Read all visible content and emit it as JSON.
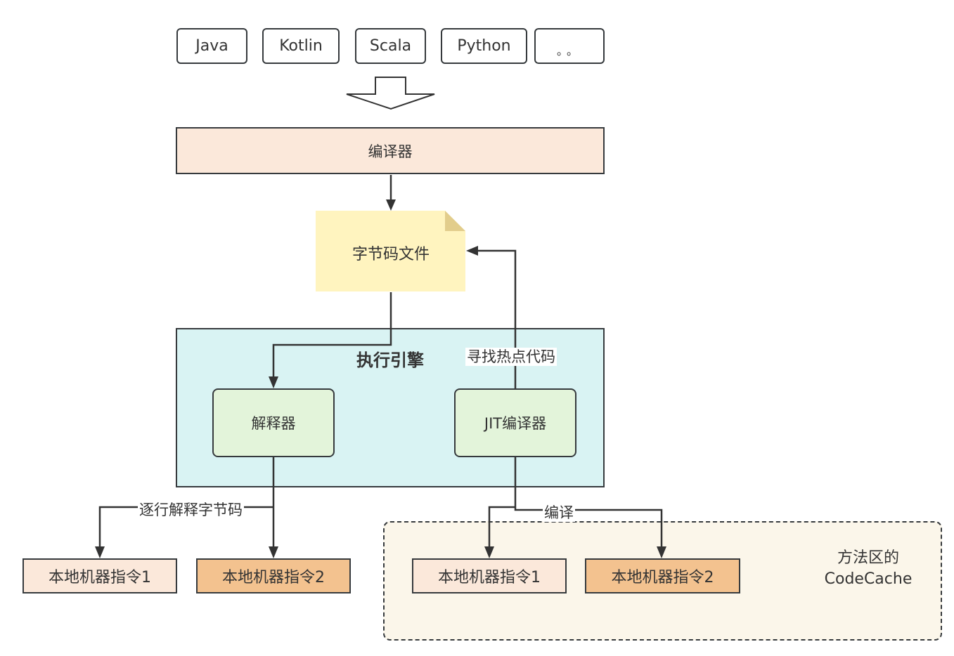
{
  "languages": [
    "Java",
    "Kotlin",
    "Scala",
    "Python",
    "。。"
  ],
  "compiler": {
    "label": "编译器"
  },
  "bytecode_file": {
    "label": "字节码文件"
  },
  "execution_engine": {
    "title": "执行引擎",
    "interpreter": {
      "label": "解释器"
    },
    "jit_compiler": {
      "label": "JIT编译器"
    }
  },
  "edges": {
    "find_hotspot": "寻找热点代码",
    "interpret_line_by_line": "逐行解释字节码",
    "compile": "编译"
  },
  "interpreter_outputs": [
    "本地机器指令1",
    "本地机器指令2"
  ],
  "jit_outputs": [
    "本地机器指令1",
    "本地机器指令2"
  ],
  "codecache": {
    "line1": "方法区的",
    "line2": "CodeCache"
  },
  "colors": {
    "stroke": "#363a3d",
    "compiler_fill": "#fbe8da",
    "bytecode_fill": "#fff4bf",
    "bytecode_fold": "#e2cd8c",
    "engine_fill": "#d9f3f3",
    "inner_fill": "#e3f4da",
    "instr_light": "#fbe8da",
    "instr_dark": "#f3c28f",
    "codecache_fill": "#fbf6ea"
  }
}
